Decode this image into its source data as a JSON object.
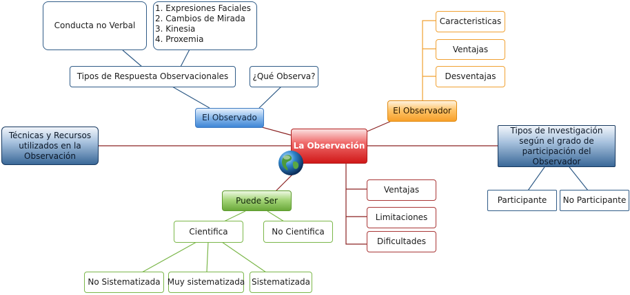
{
  "central": "La Observación",
  "observado": {
    "label": "El Observado",
    "tipos": "Tipos de Respuesta Observacionales",
    "conducta": "Conducta no Verbal",
    "lista": [
      "1. Expresiones Faciales",
      "2. Cambios de Mirada",
      "3. Kinesia",
      "4. Proxemia"
    ],
    "que_observa": "¿Qué Observa?"
  },
  "observador": {
    "label": "El Observador",
    "items": [
      "Caracteristicas",
      "Ventajas",
      "Desventajas"
    ]
  },
  "tecnicas": "Técnicas y Recursos utilizados en la Observación",
  "investigacion": {
    "label": "Tipos de Investigación según el grado de participación del Observador",
    "participante": "Participante",
    "no_participante": "No Participante"
  },
  "central_children": [
    "Ventajas",
    "Limitaciones",
    "Dificultades"
  ],
  "puede_ser": {
    "label": "Puede Ser",
    "cientifica": "Cientifica",
    "no_cientifica": "No Cientifica",
    "tipos": [
      "No Sistematizada",
      "Muy sistematizada",
      "Sistematizada"
    ]
  },
  "icon": "globe-icon",
  "colors": {
    "central": "#d01818",
    "observado": "#3f86d6",
    "observador": "#f7a02a",
    "puede_ser": "#6aa83a",
    "tecnicas": "#3a6898"
  }
}
